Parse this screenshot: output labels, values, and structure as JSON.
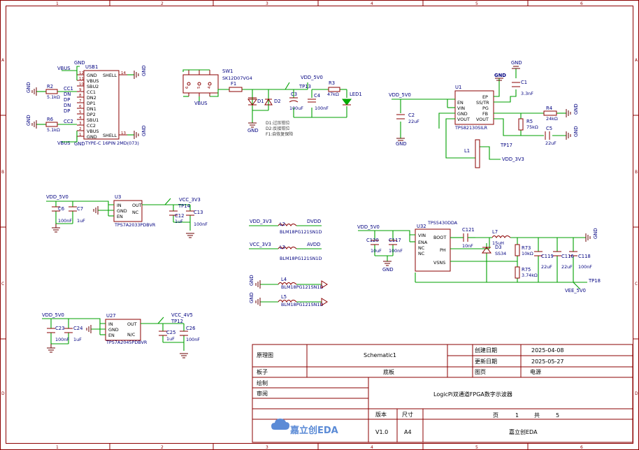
{
  "frame": {
    "cols": [
      "1",
      "2",
      "3",
      "4",
      "5",
      "6"
    ],
    "rows": [
      "A",
      "B",
      "C",
      "D"
    ]
  },
  "usb": {
    "ref": "USB1",
    "value": "TYPE-C 16PIN 2MD(073)",
    "pins_left": [
      "GND",
      "VBUS",
      "SBU2",
      "CC1",
      "DN2",
      "DP1",
      "DN1",
      "DP2",
      "SBU1",
      "CC2",
      "VBUS",
      "GND"
    ],
    "pins_right": [
      "SHELL",
      "SHELL"
    ],
    "pin_numbers": [
      "12",
      "11",
      "10",
      "9",
      "8",
      "7",
      "6",
      "5",
      "4",
      "3",
      "2",
      "1",
      "14",
      "13"
    ],
    "nets": [
      "GND",
      "VBUS",
      "GND",
      "VBUS",
      "CC1",
      "CC2",
      "DN",
      "DP",
      "DN",
      "DP"
    ],
    "r2": {
      "ref": "R2",
      "value": "5.1kΩ"
    },
    "r6": {
      "ref": "R6",
      "value": "5.1kΩ"
    },
    "gnd": "GND"
  },
  "power_in": {
    "sw": {
      "ref": "SW1",
      "value": "SK12D07VG4",
      "pins": [
        "1",
        "2",
        "3",
        "4",
        "5",
        "6"
      ]
    },
    "vbus": "VBUS",
    "f1": "F1",
    "d1": "D1",
    "d2": "D2",
    "c3": {
      "ref": "C3",
      "value": "100uF"
    },
    "c4": {
      "ref": "C4",
      "value": "100nF"
    },
    "r3": {
      "ref": "R3",
      "value": "47kΩ"
    },
    "led": "LED1",
    "tp": "TP13",
    "net": "VDD_5V0",
    "gnd": "GND",
    "notes": [
      "D1:过压钳位",
      "D2:反接钳位",
      "F1:自恢复保险"
    ]
  },
  "tps82130": {
    "ref": "U1",
    "value": "TPS82130SILR",
    "pins_left": [
      "EN",
      "VIN",
      "GND",
      "VOUT"
    ],
    "pins_right": [
      "EP",
      "SS/TR",
      "PG",
      "FB",
      "VOUT"
    ],
    "net_in": "VDD_5V0",
    "c2": {
      "ref": "C2",
      "value": "22uF"
    },
    "c1": {
      "ref": "C1",
      "value": "3.3nF"
    },
    "r4": {
      "ref": "R4",
      "value": "24kΩ"
    },
    "r5": {
      "ref": "R5",
      "value": "75kΩ"
    },
    "c5": {
      "ref": "C5",
      "value": "22uF"
    },
    "l1": "L1",
    "tp": "TP17",
    "net_out": "VDD_3V3",
    "gnd": "GND"
  },
  "ldo1": {
    "ref": "U3",
    "value": "TPS7A2033PDBVR",
    "pins_left": [
      "IN",
      "GND",
      "EN"
    ],
    "pins_right": [
      "OUT",
      "NC"
    ],
    "net_in": "VDD_5V0",
    "net_out": "VCC_3V3",
    "tp": "TP14",
    "c6": {
      "ref": "C6",
      "value": "100nF"
    },
    "c7": {
      "ref": "C7",
      "value": "1uF"
    },
    "c12": {
      "ref": "C12",
      "value": "1uF"
    },
    "c13": {
      "ref": "C13",
      "value": "100nF"
    }
  },
  "ldo2": {
    "ref": "U27",
    "value": "TPS7A2045PDBVR",
    "pins_left": [
      "IN",
      "GND",
      "EN"
    ],
    "pins_right": [
      "OUT",
      "N/C"
    ],
    "net_in": "VDD_5V0",
    "net_out": "VCC_4V5",
    "tp": "TP12",
    "c23": {
      "ref": "C23",
      "value": "100nF"
    },
    "c24": {
      "ref": "C24",
      "value": "1uF"
    },
    "c25": {
      "ref": "C25",
      "value": "1uF"
    },
    "c26": {
      "ref": "C26",
      "value": "100nF"
    }
  },
  "beads": {
    "l2": {
      "ref": "L2",
      "value": "BLM18PG121SN1D",
      "in": "VDD_3V3",
      "out": "DVDD"
    },
    "l3": {
      "ref": "L3",
      "value": "BLM18PG121SN1D",
      "in": "VCC_3V3",
      "out": "AVDD"
    },
    "l4": {
      "ref": "L4",
      "value": "BLM18PG121SN1D",
      "in": "GND"
    },
    "l5": {
      "ref": "L5",
      "value": "BLM18PG121SN1D",
      "in": "GND"
    }
  },
  "tps5430": {
    "ref": "U32",
    "value": "TPS5430DDA",
    "pins_left": [
      "VIN",
      "ENA",
      "NC",
      "NC"
    ],
    "pins_right": [
      "BOOT",
      "PH",
      "VSNS"
    ],
    "net_in": "VDD_5V0",
    "c120": {
      "ref": "C120",
      "value": "10uF"
    },
    "c117": {
      "ref": "C117",
      "value": "100nF"
    },
    "c121": {
      "ref": "C121",
      "value": "10nF"
    },
    "l7": {
      "ref": "L7",
      "value": "15uH"
    },
    "d3": {
      "ref": "D3",
      "value": "SS34"
    },
    "r73": {
      "ref": "R73",
      "value": "10kΩ"
    },
    "r75": {
      "ref": "R75",
      "value": "3.74kΩ"
    },
    "c119": {
      "ref": "C119",
      "value": "22uF"
    },
    "c116": {
      "ref": "C116",
      "value": "22uF"
    },
    "c118": {
      "ref": "C118",
      "value": "100nF"
    },
    "tp": "TP18",
    "net_out": "VEE_5V0",
    "gnd": "GND"
  },
  "title_block": {
    "r1_label": "原理图",
    "r1_value": "Schematic1",
    "create_label": "创建日期",
    "create_value": "2025-04-08",
    "update_label": "更新日期",
    "update_value": "2025-05-27",
    "board_label": "板子",
    "board_value": "底板",
    "page_label": "图页",
    "page_value": "电源",
    "draw_label": "绘制",
    "check_label": "审阅",
    "title": "LogicPi双通道FPGA数字示波器",
    "pg_label": "页",
    "pg_value": "1",
    "total_label": "共",
    "total_value": "5",
    "ver_label": "版本",
    "ver_value": "V1.0",
    "size_label": "尺寸",
    "size_value": "A4",
    "company": "嘉立创EDA",
    "logo_text": "嘉立创EDA"
  }
}
